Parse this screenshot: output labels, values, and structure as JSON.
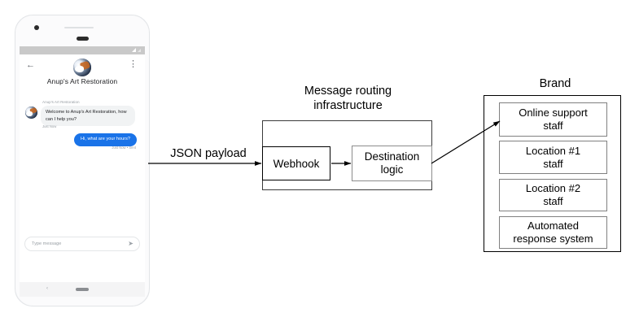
{
  "phone": {
    "status_bar": {
      "signal_icon": "signal-bars-icon"
    },
    "header": {
      "back_icon": "back-arrow-icon",
      "menu_icon": "overflow-menu-icon",
      "avatar_icon": "brand-avatar-image",
      "brand_name": "Anup's Art Restoration"
    },
    "conversation": {
      "incoming": {
        "sender": "Anup's Art Restoration",
        "text": "Welcome to Anup's Art Restoration, how can I help you?",
        "timestamp": "Just Now"
      },
      "outgoing": {
        "text": "Hi, what are your hours?",
        "timestamp": "Just Now • Sent"
      }
    },
    "composer": {
      "placeholder": "Type message",
      "send_icon": "send-icon"
    },
    "nav_bar": {
      "back_icon": "nav-back-icon",
      "home_indicator": "home-indicator"
    }
  },
  "diagram": {
    "json_payload_label": "JSON payload",
    "infrastructure": {
      "title": "Message routing\ninfrastructure",
      "webhook_label": "Webhook",
      "destination_label": "Destination\nlogic"
    },
    "brand": {
      "title": "Brand",
      "items": [
        {
          "label": "Online support\nstaff"
        },
        {
          "label": "Location #1\nstaff"
        },
        {
          "label": "Location #2\nstaff"
        },
        {
          "label": "Automated\nresponse system"
        }
      ]
    }
  },
  "colors": {
    "outgoing_bubble": "#1a73e8",
    "incoming_bubble": "#f1f3f4",
    "stroke": "#000000",
    "inner_box_stroke": "#808080",
    "status_bar": "#c9c9c9"
  }
}
